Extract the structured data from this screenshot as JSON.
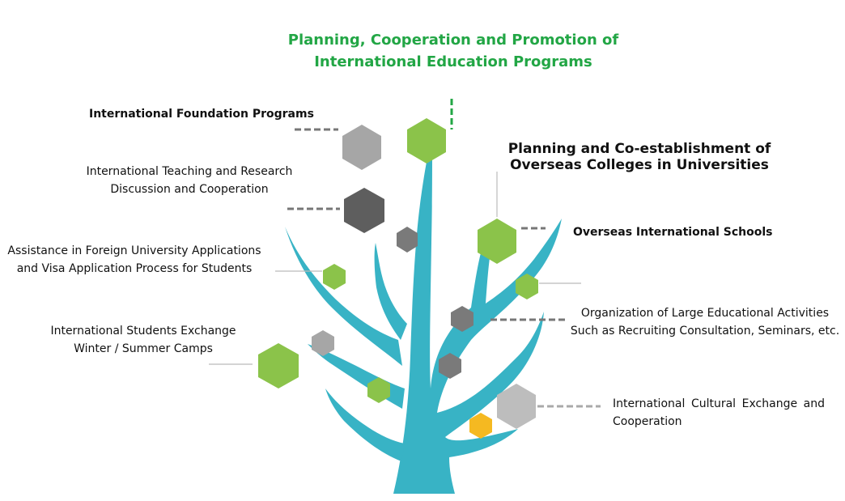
{
  "title": {
    "line1": "Planning, Cooperation and Promotion of",
    "line2": "International Education Programs"
  },
  "labels": {
    "foundation": "International Foundation Programs",
    "teaching_1": "International Teaching and Research",
    "teaching_2": "Discussion and Cooperation",
    "assistance_1": "Assistance in Foreign University Applications",
    "assistance_2": "and Visa Application Process for Students",
    "exchange_1": "International Students Exchange",
    "exchange_2": "Winter / Summer Camps",
    "coestablish_1": "Planning and Co-establishment of",
    "coestablish_2": "Overseas Colleges in Universities",
    "overseas_schools": "Overseas International Schools",
    "activities_1": "Organization of Large Educational Activities",
    "activities_2": "Such as Recruiting Consultation, Seminars, etc.",
    "cultural": "International Cultural Exchange and Cooperation"
  },
  "colors": {
    "trunk": "#38b3c5",
    "green": "#8bc34a",
    "gray_light": "#a6a6a6",
    "gray_dark": "#636363",
    "gray_mid": "#7a7a7a",
    "yellow": "#f5b921",
    "title_green": "#22a645",
    "connector": "#777777"
  }
}
